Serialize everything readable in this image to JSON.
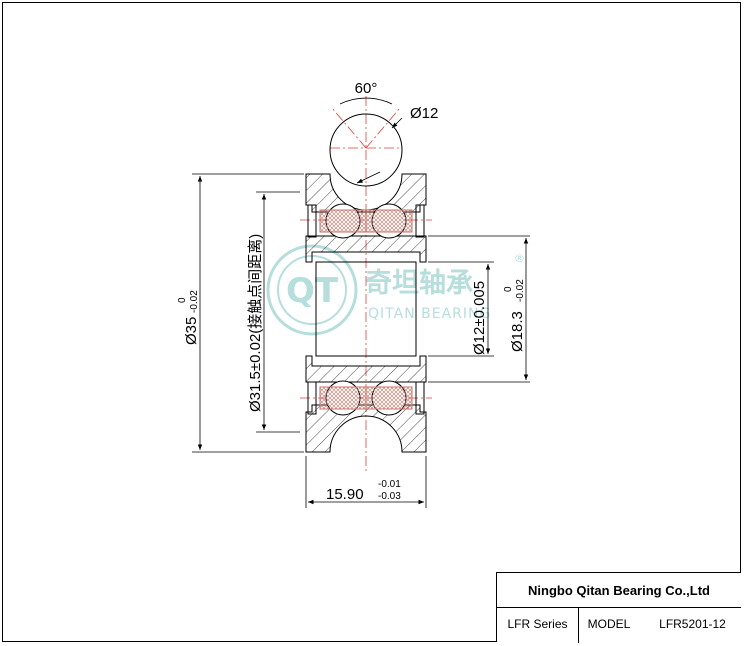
{
  "drawing": {
    "angle_label": "60°",
    "ball_dia_label": "Ø12",
    "outer_dia_label": "Ø35",
    "outer_dia_tol_upper": "0",
    "outer_dia_tol_lower": "-0.02",
    "contact_dia_label": "Ø31.5±0.02(接触点间距离)",
    "bore_dia_label": "Ø12±0.005",
    "shoulder_dia_label": "Ø18.3",
    "shoulder_dia_tol_upper": "0",
    "shoulder_dia_tol_lower": "-0.02",
    "width_label": "15.90",
    "width_tol_upper": "-0.01",
    "width_tol_lower": "-0.03"
  },
  "watermark": {
    "name_cn": "奇坦轴承",
    "name_en": "QITAN BEARING",
    "registered": "®",
    "logo_text": "QT"
  },
  "title_block": {
    "company": "Ningbo Qitan Bearing Co.,Ltd",
    "series": "LFR Series",
    "model_label": "MODEL",
    "model": "LFR5201-12"
  },
  "colors": {
    "line": "#000000",
    "centerline": "#e0413c",
    "seal": "#c8736a",
    "watermark": "#a9d9d7"
  }
}
